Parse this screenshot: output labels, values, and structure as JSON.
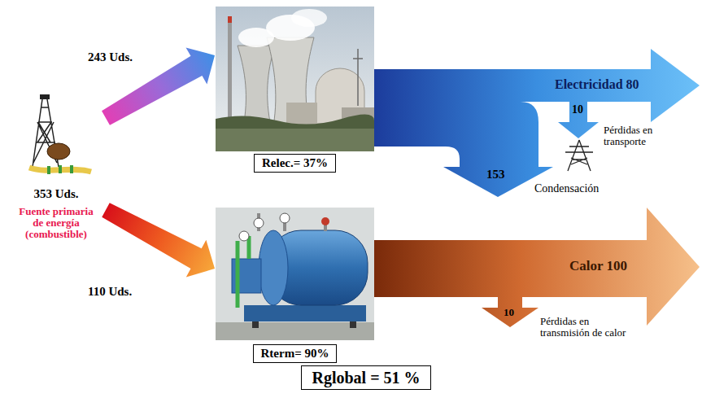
{
  "diagram": {
    "nodes": [
      {
        "text": [
          "353 Uds.",
          "Fuente primaria de energía (combustible)"
        ]
      },
      {
        "text": [
          "Relec.= 37%"
        ]
      },
      {
        "text": [
          "Rterm= 90%"
        ]
      },
      {
        "text": [
          "Rglobal = 51 %"
        ]
      }
    ],
    "edges": [
      {
        "from": 0,
        "to": 1,
        "label": "243 Uds.",
        "arrow": "to"
      },
      {
        "from": 0,
        "to": 2,
        "label": "110 Uds.",
        "arrow": "to"
      }
    ],
    "labels": [
      "Electricidad 80",
      "10",
      "Pérdidas en transporte",
      "153",
      "Condensación",
      "Calor 100",
      "10",
      "Pérdidas en transmisión de calor"
    ]
  }
}
